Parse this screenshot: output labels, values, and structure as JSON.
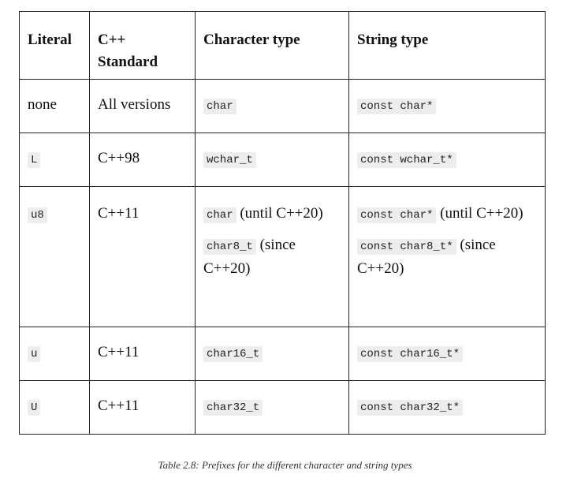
{
  "table": {
    "headers": [
      "Literal",
      "C++ Standard",
      "Character type",
      "String type"
    ],
    "rows": [
      {
        "literal": "none",
        "standard": "All versions",
        "char_type": [
          {
            "code": "char",
            "text": ""
          }
        ],
        "string_type": [
          {
            "code": "const char*",
            "text": ""
          }
        ]
      },
      {
        "literal": "L",
        "standard": "C++98",
        "char_type": [
          {
            "code": "wchar_t",
            "text": ""
          }
        ],
        "string_type": [
          {
            "code": "const wchar_t*",
            "text": ""
          }
        ]
      },
      {
        "literal": "u8",
        "standard": "C++11",
        "char_type": [
          {
            "code": "char",
            "text": " (until C++20)"
          },
          {
            "code": "char8_t",
            "text": " (since C++20)"
          }
        ],
        "string_type": [
          {
            "code": "const char*",
            "text": " (until C++20)"
          },
          {
            "code": "const char8_t*",
            "text": " (since C++20)"
          }
        ]
      },
      {
        "literal": "u",
        "standard": "C++11",
        "char_type": [
          {
            "code": "char16_t",
            "text": ""
          }
        ],
        "string_type": [
          {
            "code": "const char16_t*",
            "text": ""
          }
        ]
      },
      {
        "literal": "U",
        "standard": "C++11",
        "char_type": [
          {
            "code": "char32_t",
            "text": ""
          }
        ],
        "string_type": [
          {
            "code": "const char32_t*",
            "text": ""
          }
        ]
      }
    ]
  },
  "caption": "Table 2.8: Prefixes for the different character and string types"
}
